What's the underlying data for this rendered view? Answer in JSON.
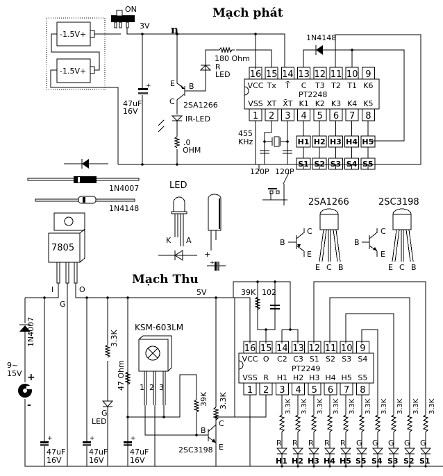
{
  "transmitter": {
    "title": "Mạch phát",
    "battery1": "-1.5V+",
    "battery2": "-1.5V+",
    "switch_label": "ON",
    "supply_label": "3V",
    "node_label": "n",
    "cap_value": "47uF",
    "cap_voltage": "16V",
    "transistor": "2SA1266",
    "transistor_pins": {
      "e": "E",
      "b": "B",
      "c": "C"
    },
    "ir_led": "IR-LED",
    "resistor_value": ".0",
    "resistor_unit": "OHM",
    "led_resistor": "180 Ohm",
    "r_led": "R",
    "r_led2": "LED",
    "diode": "1N4148",
    "crystal_freq": "455",
    "crystal_unit": "KHz",
    "cap1": "120P",
    "cap2": "120P",
    "ic": {
      "name": "PT2248",
      "top_pins": [
        "16",
        "15",
        "14",
        "13",
        "12",
        "11",
        "10",
        "9"
      ],
      "top_labels": [
        "VCC",
        "Tx",
        "T̄",
        "C",
        "T3",
        "T2",
        "T1",
        "K6"
      ],
      "bottom_pins": [
        "1",
        "2",
        "3",
        "4",
        "5",
        "6",
        "7",
        "8"
      ],
      "bottom_labels": [
        "VSS",
        "XT",
        "X̄T",
        "K1",
        "K2",
        "K3",
        "K4",
        "K5"
      ]
    },
    "h_buttons": [
      "H1",
      "H2",
      "H3",
      "H4",
      "H5"
    ],
    "s_buttons": [
      "S1",
      "S2",
      "S3",
      "S4",
      "S5"
    ]
  },
  "parts": {
    "diode1": "1N4007",
    "diode2": "1N4148",
    "regulator": "7805",
    "led_title": "LED",
    "led_k": "K",
    "led_a": "A",
    "cap_plus": "+",
    "pnp_name": "2SA1266",
    "npn_name": "2SC3198",
    "pnp_pins": [
      "E",
      "C",
      "B"
    ],
    "npn_pins": [
      "E",
      "C",
      "B"
    ],
    "sym_b": "B",
    "sym_c": "C",
    "sym_e": "E"
  },
  "receiver": {
    "title": "Mạch Thu",
    "reg_pins": {
      "i": "I",
      "g": "G",
      "o": "O"
    },
    "supply_label": "5V",
    "input_voltage": "9~",
    "input_voltage2": "15V",
    "input_plus": "+",
    "input_minus": "-",
    "diode": "1N4007",
    "caps": [
      {
        "value": "47uF",
        "voltage": "16V"
      },
      {
        "value": "47uF",
        "voltage": "16V"
      },
      {
        "value": "47uF",
        "voltage": "16V"
      }
    ],
    "led_resistor": "3.3K",
    "led_color": "G",
    "led_label": "LED",
    "r47": "47 Ohm",
    "sensor": "KSM-603LM",
    "sensor_pins": [
      "1",
      "2",
      "3"
    ],
    "r39k": "39K",
    "r33k": "3.3K",
    "transistor": "2SC3198",
    "tr_b": "B",
    "tr_c": "C",
    "tr_e": "E",
    "osc_r": "39K",
    "osc_c": "102",
    "ic": {
      "name": "PT2249",
      "top_pins": [
        "16",
        "15",
        "14",
        "13",
        "12",
        "11",
        "10",
        "9"
      ],
      "top_labels": [
        "VCC",
        "O",
        "C2",
        "C3",
        "S1",
        "S2",
        "S3",
        "S4"
      ],
      "bottom_pins": [
        "1",
        "2",
        "3",
        "4",
        "5",
        "6",
        "7",
        "8"
      ],
      "bottom_labels": [
        "VSS",
        "R",
        "H1",
        "H2",
        "H3",
        "H4",
        "H5",
        "S5"
      ]
    },
    "out_resistor": "3.3K",
    "out_leds": [
      {
        "color": "R",
        "label": "H1"
      },
      {
        "color": "R",
        "label": "H2"
      },
      {
        "color": "R",
        "label": "H3"
      },
      {
        "color": "R",
        "label": "H4"
      },
      {
        "color": "R",
        "label": "H5"
      },
      {
        "color": "G",
        "label": "S5"
      },
      {
        "color": "G",
        "label": "S4"
      },
      {
        "color": "G",
        "label": "S3"
      },
      {
        "color": "G",
        "label": "S2"
      },
      {
        "color": "G",
        "label": "S1"
      }
    ]
  }
}
